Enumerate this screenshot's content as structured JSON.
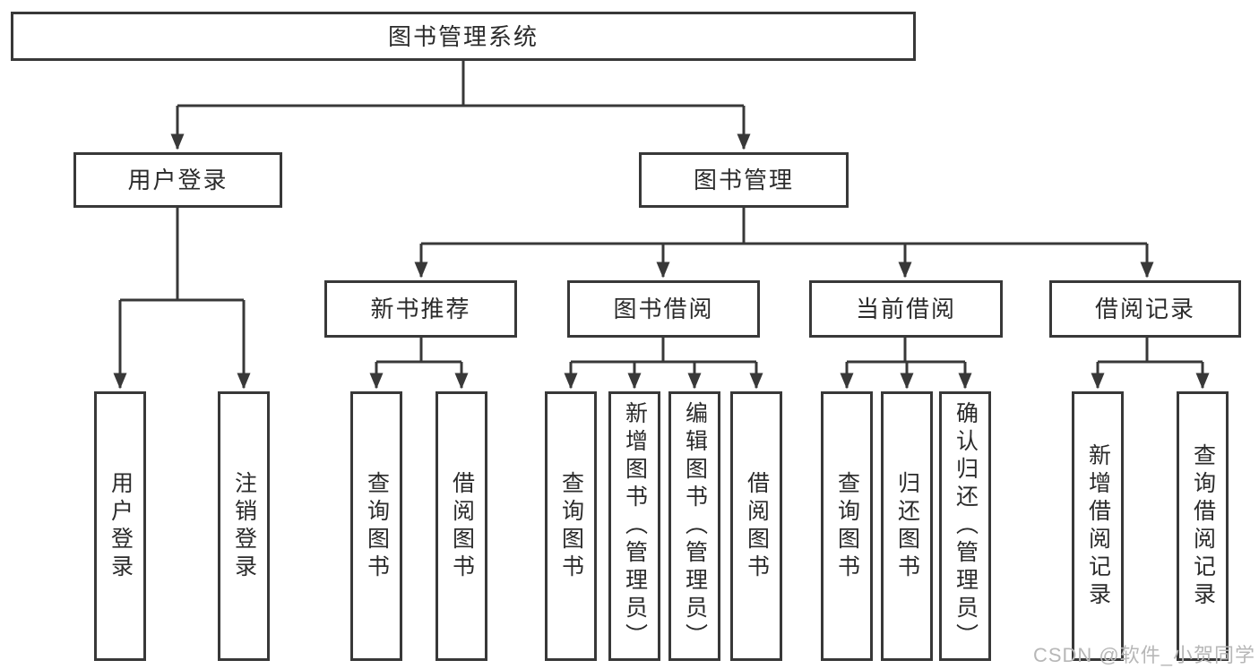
{
  "tree": {
    "root": "图书管理系统",
    "login": {
      "label": "用户登录",
      "children": [
        "用户登录",
        "注销登录"
      ]
    },
    "management": {
      "label": "图书管理",
      "modules": [
        {
          "label": "新书推荐",
          "children": [
            "查询图书",
            "借阅图书"
          ]
        },
        {
          "label": "图书借阅",
          "children": [
            "查询图书",
            "新增图书（管理员）",
            "编辑图书（管理员）",
            "借阅图书"
          ]
        },
        {
          "label": "当前借阅",
          "children": [
            "查询图书",
            "归还图书",
            "确认归还（管理员）"
          ]
        },
        {
          "label": "借阅记录",
          "children": [
            "新增借阅记录",
            "查询借阅记录"
          ]
        }
      ]
    }
  },
  "watermark": "CSDN @软件_小贺同学",
  "colors": {
    "line": "#383838",
    "border": "#383838",
    "text": "#2b2b2b",
    "background": "#ffffff",
    "watermark": "#b7b7b7"
  }
}
